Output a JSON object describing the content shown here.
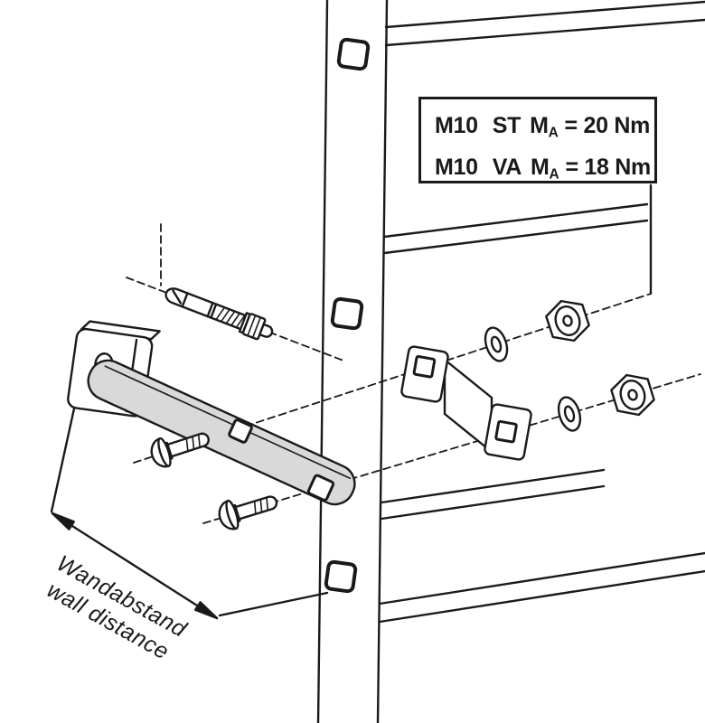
{
  "torque_box": {
    "rows": [
      {
        "size": "M10",
        "grade": "ST",
        "symbol": "M",
        "subscript": "A",
        "value": "= 20 Nm"
      },
      {
        "size": "M10",
        "grade": "VA",
        "symbol": "M",
        "subscript": "A",
        "value": "= 18 Nm"
      }
    ]
  },
  "dimension": {
    "label_de": "Wandabstand",
    "label_en": "wall distance"
  },
  "diagram": {
    "parts": [
      "rack-rail",
      "rack-frame-lines",
      "wall-anchor-bolt",
      "l-bracket",
      "mounting-plate",
      "carriage-bolt-upper",
      "carriage-bolt-lower",
      "u-bracket",
      "washer-upper",
      "washer-lower",
      "hex-nut-upper",
      "hex-nut-lower",
      "torque-spec-box",
      "wall-distance-dimension"
    ]
  },
  "colors": {
    "line": "#1a1a1a",
    "plate_fill": "#d9d9d9",
    "background": "#ffffff"
  }
}
